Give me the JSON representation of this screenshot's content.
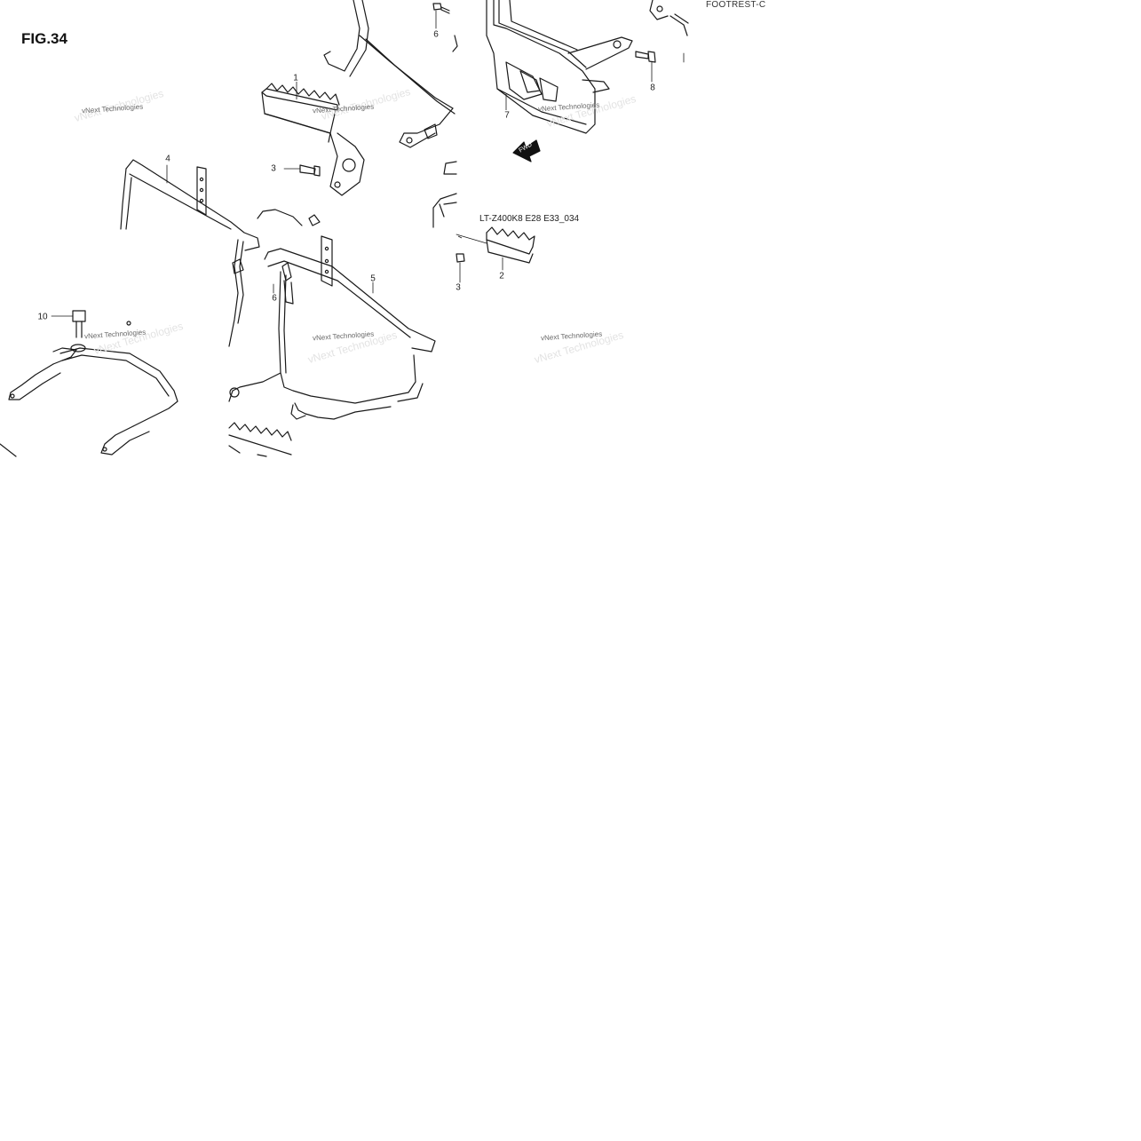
{
  "figure": {
    "label": "FIG.34",
    "header_label": "FOOTREST-C"
  },
  "code": "LT-Z400K8 E28 E33_034",
  "callouts": [
    {
      "id": "c1",
      "text": "1"
    },
    {
      "id": "c2",
      "text": "2"
    },
    {
      "id": "c3a",
      "text": "3"
    },
    {
      "id": "c3b",
      "text": "3"
    },
    {
      "id": "c4",
      "text": "4"
    },
    {
      "id": "c5",
      "text": "5"
    },
    {
      "id": "c6a",
      "text": "6"
    },
    {
      "id": "c6b",
      "text": "6"
    },
    {
      "id": "c7",
      "text": "7"
    },
    {
      "id": "c8",
      "text": "8"
    },
    {
      "id": "c10",
      "text": "10"
    }
  ],
  "watermark": {
    "text": "vNext Technologies"
  },
  "fwd_arrow": {
    "text": "FWD"
  },
  "colors": {
    "line": "#1a1a1a",
    "watermark": "#6a6a6a",
    "background": "#ffffff"
  }
}
